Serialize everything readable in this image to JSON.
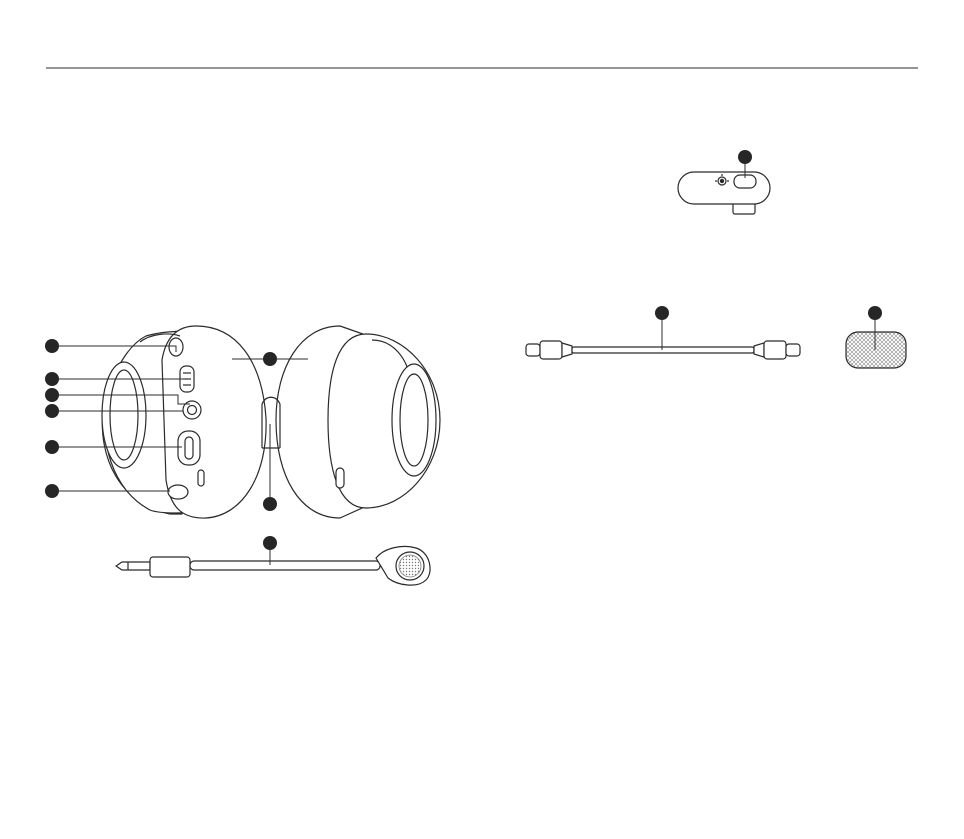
{
  "colors": {
    "line": "#2b2b2b",
    "callout": "#262626",
    "fill": "#ffffff",
    "mesh": "#bdbdbd"
  },
  "icons": [
    "steelseries-logo-icon",
    "usb-c-port-icon",
    "mesh-texture"
  ],
  "callouts": [
    {
      "id": "callout-1",
      "target": "volume-wheel"
    },
    {
      "id": "callout-2",
      "target": "mic-mute-button"
    },
    {
      "id": "callout-3",
      "target": "status-led"
    },
    {
      "id": "callout-4",
      "target": "mic-jack"
    },
    {
      "id": "callout-5",
      "target": "usb-c-port"
    },
    {
      "id": "callout-6",
      "target": "power-button"
    },
    {
      "id": "callout-7",
      "target": "headband"
    },
    {
      "id": "callout-8",
      "target": "suspension-band"
    },
    {
      "id": "callout-9",
      "target": "boom-mic"
    },
    {
      "id": "callout-10",
      "target": "usb-dongle-button"
    },
    {
      "id": "callout-11",
      "target": "usb-c-cable"
    },
    {
      "id": "callout-12",
      "target": "mic-windscreen"
    }
  ]
}
